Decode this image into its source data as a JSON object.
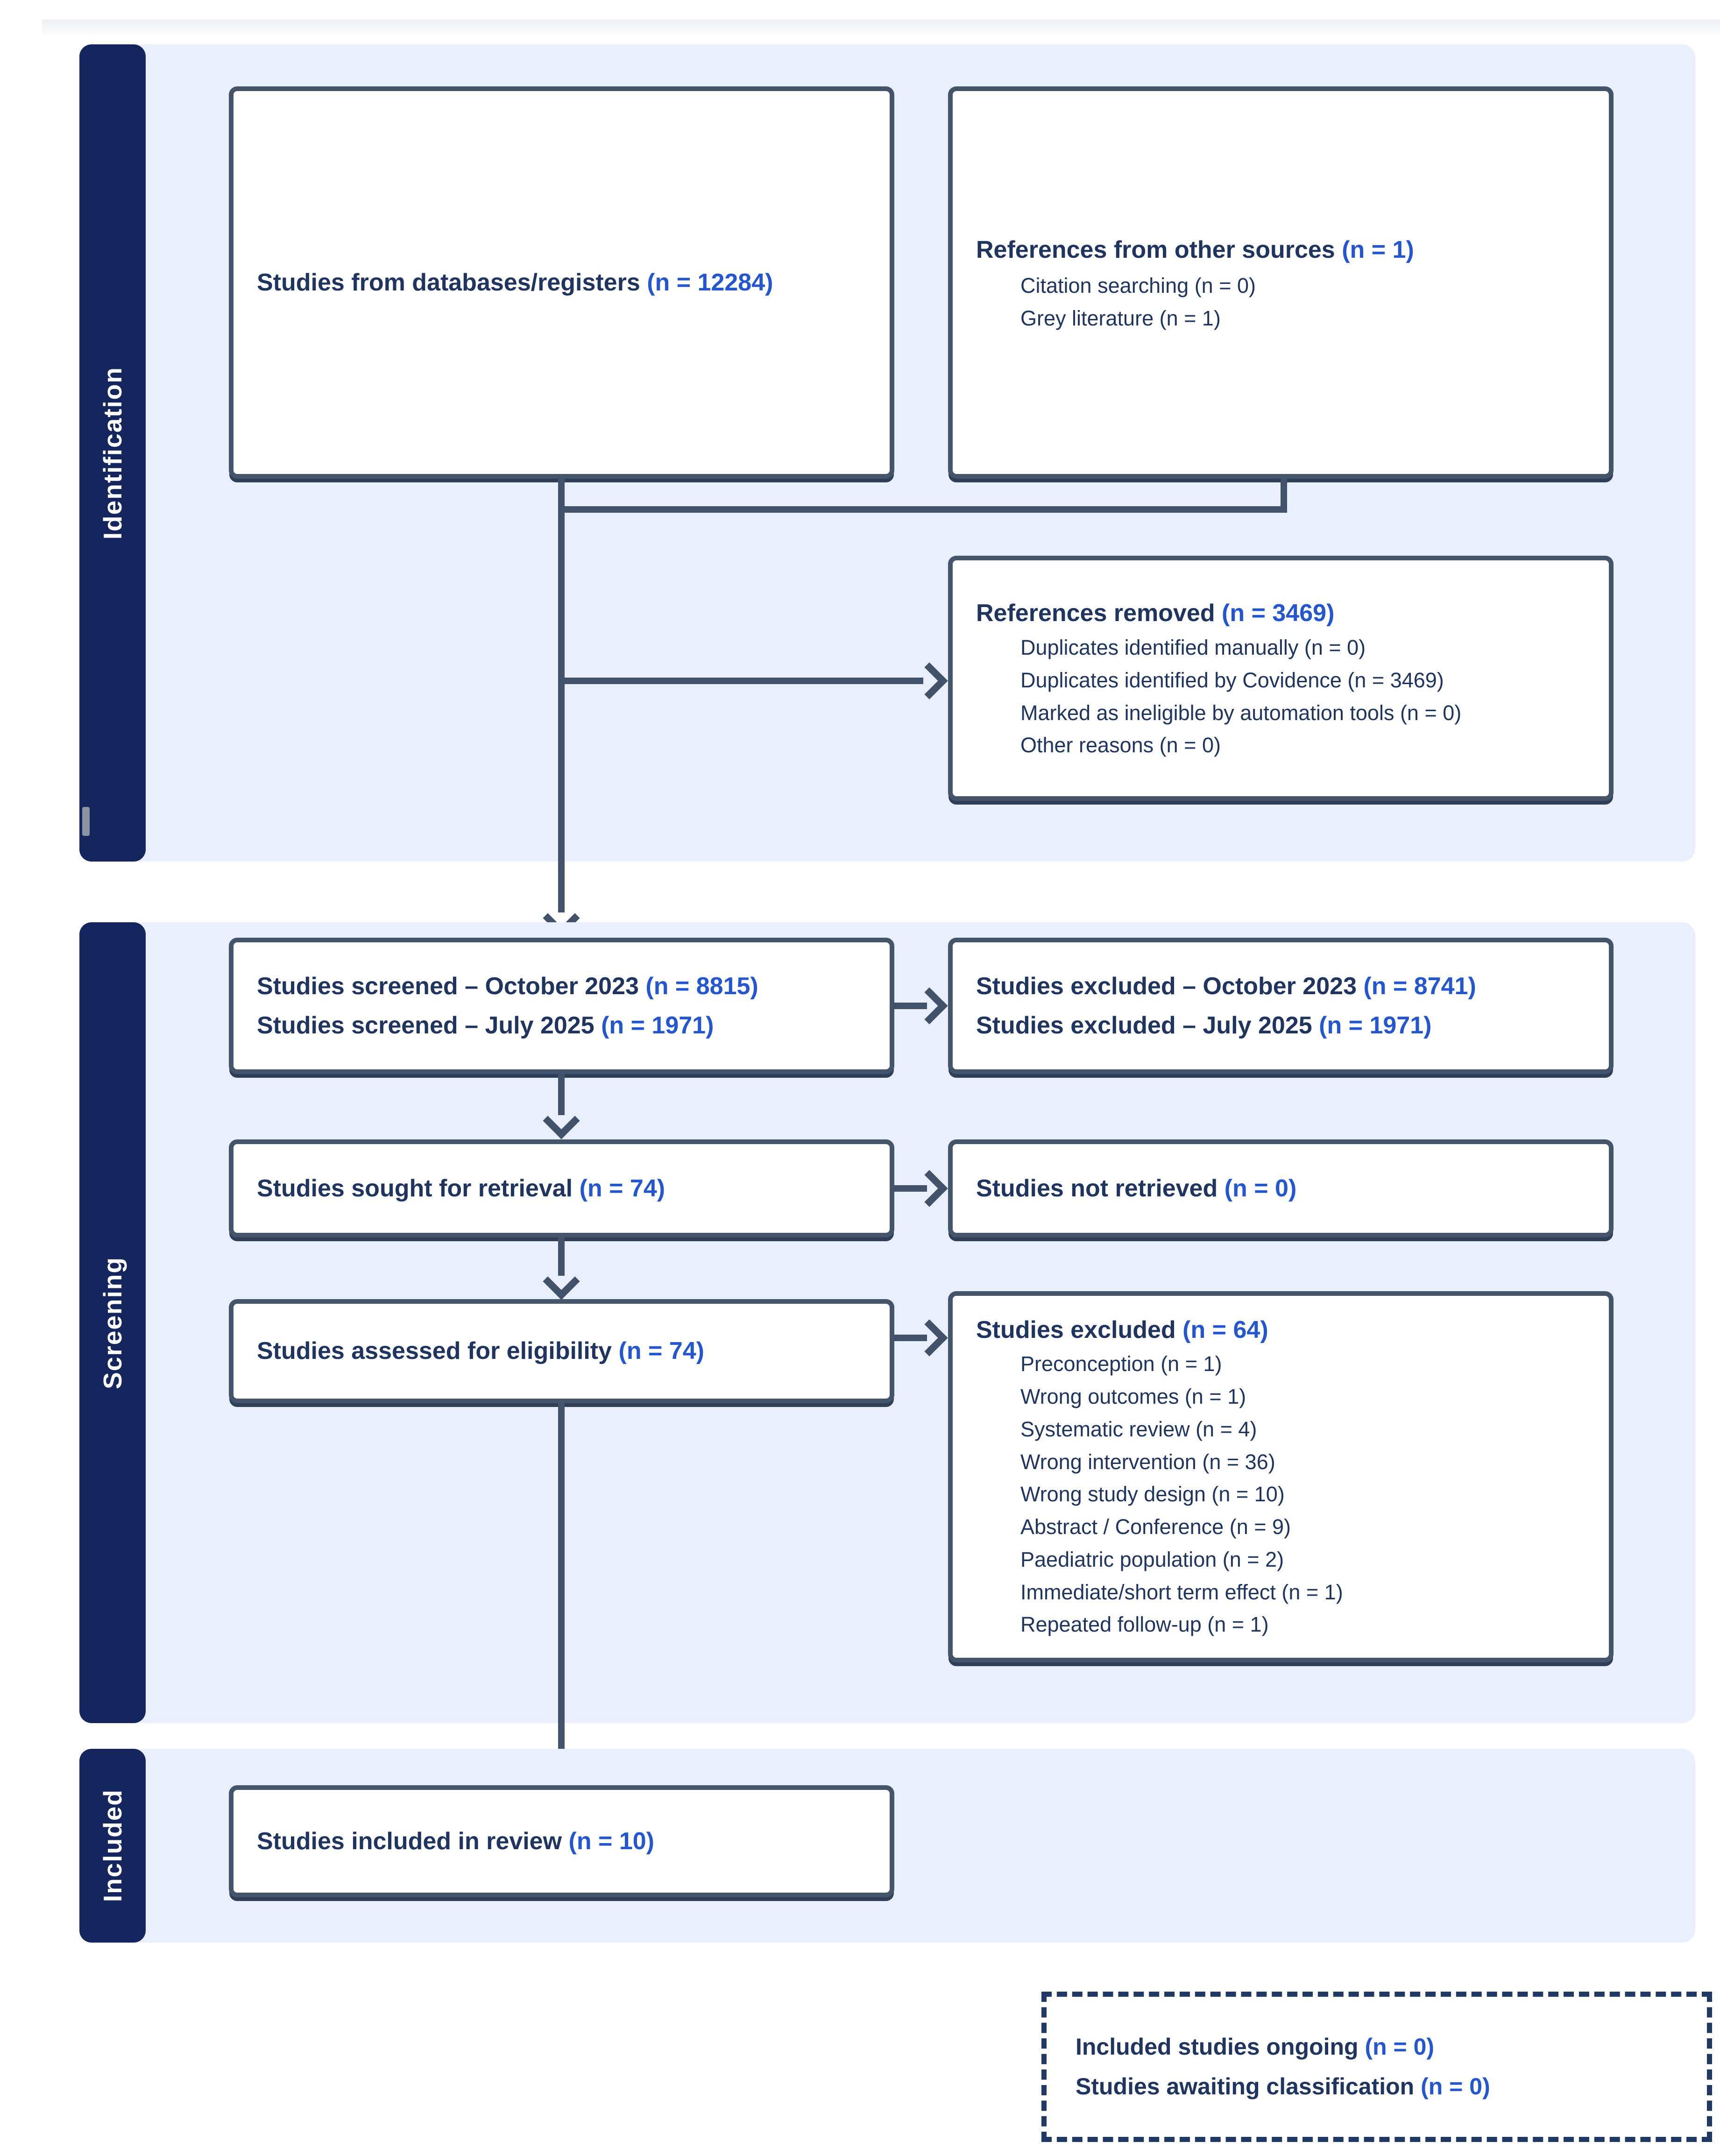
{
  "identification": {
    "label": "Identification",
    "databases_box": {
      "text": "Studies from databases/registers ",
      "n": "(n = 12284)"
    },
    "other_sources_box": {
      "title": "References from other sources ",
      "n": "(n = 1)",
      "items": [
        "Citation searching (n = 0)",
        "Grey literature (n = 1)"
      ]
    },
    "references_removed_box": {
      "title": "References removed ",
      "n": "(n = 3469)",
      "items": [
        "Duplicates identified manually (n = 0)",
        "Duplicates identified by Covidence (n = 3469)",
        "Marked as ineligible by automation tools (n = 0)",
        "Other reasons (n = 0)"
      ]
    }
  },
  "screening": {
    "label": "Screening",
    "screened_box": {
      "lines": [
        {
          "text": "Studies screened – October 2023 ",
          "n": "(n = 8815)"
        },
        {
          "text": "Studies screened – July 2025 ",
          "n": "(n = 1971)"
        }
      ]
    },
    "excluded_box": {
      "lines": [
        {
          "text": "Studies excluded – October 2023 ",
          "n": "(n = 8741)"
        },
        {
          "text": "Studies excluded – July 2025 ",
          "n": "(n = 1971)"
        }
      ]
    },
    "sought_box": {
      "text": "Studies sought for retrieval ",
      "n": "(n = 74)"
    },
    "not_retrieved_box": {
      "text": "Studies not retrieved ",
      "n": "(n = 0)"
    },
    "assessed_box": {
      "text": "Studies assessed for eligibility ",
      "n": "(n = 74)"
    },
    "excluded_reasons_box": {
      "title": "Studies excluded ",
      "n": "(n = 64)",
      "items": [
        "Preconception (n = 1)",
        "Wrong outcomes (n = 1)",
        "Systematic review (n = 4)",
        "Wrong intervention (n = 36)",
        "Wrong study design (n = 10)",
        "Abstract / Conference (n = 9)",
        "Paediatric population (n = 2)",
        "Immediate/short term effect (n = 1)",
        "Repeated follow-up (n = 1)"
      ]
    }
  },
  "included": {
    "label": "Included",
    "included_box": {
      "text": "Studies included in review ",
      "n": "(n = 10)"
    }
  },
  "ongoing_box": {
    "lines": [
      {
        "text": "Included studies ongoing ",
        "n": "(n = 0)"
      },
      {
        "text": "Studies awaiting classification ",
        "n": "(n = 0)"
      }
    ]
  },
  "colors": {
    "accent_number_blue": "#2456cf",
    "text_navy": "#1f3560",
    "border_slate": "#44546a",
    "sidebar_navy": "#15265e",
    "panel_light_blue": "#e9effc"
  }
}
